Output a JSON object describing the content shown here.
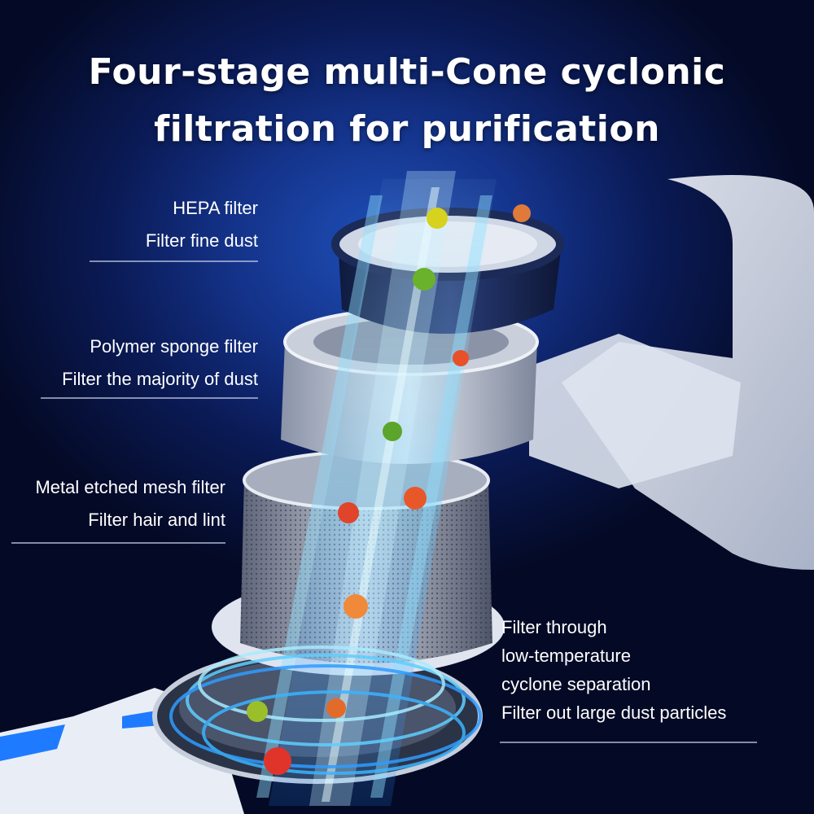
{
  "title": {
    "line1": "Four-stage multi-Cone cyclonic",
    "line2": "filtration for purification"
  },
  "stages": [
    {
      "name": "HEPA filter",
      "description": "Filter fine dust"
    },
    {
      "name": "Polymer sponge filter",
      "description": "Filter the majority of dust"
    },
    {
      "name": "Metal etched mesh filter",
      "description": "Filter hair and lint"
    },
    {
      "lines": [
        "Filter through",
        "low-temperature",
        "cyclone separation",
        "Filter out large dust particles"
      ]
    }
  ],
  "colors": {
    "background": "#0a1a55",
    "airflow": "#4fc3ff",
    "device": "#e8ecf4",
    "filter_cup": "#1b2b5e"
  }
}
